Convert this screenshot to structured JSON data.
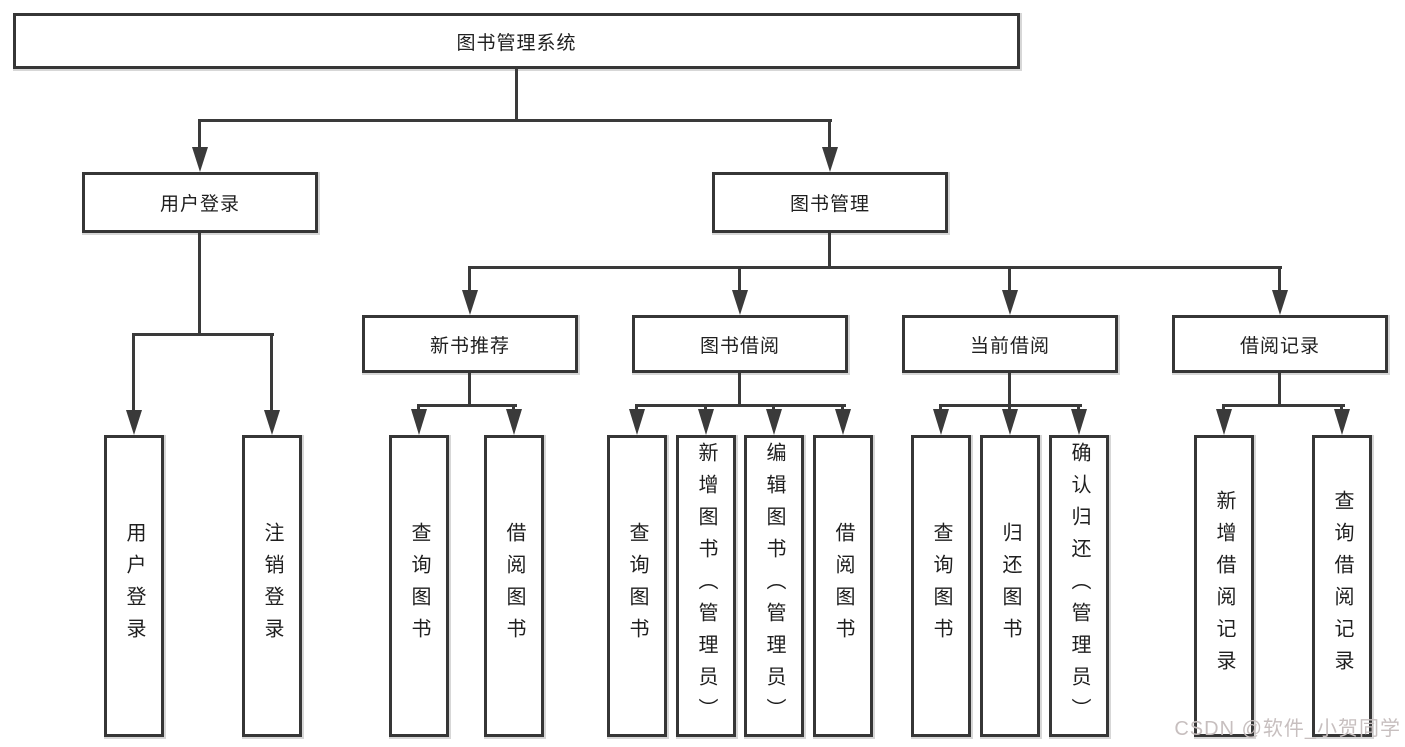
{
  "diagram": {
    "title": "图书管理系统",
    "nodes": {
      "root": {
        "label": "图书管理系统"
      },
      "user_login_group": {
        "label": "用户登录"
      },
      "book_mgmt": {
        "label": "图书管理"
      },
      "user_login": {
        "label": "用户登录"
      },
      "logout": {
        "label": "注销登录"
      },
      "new_book_rec": {
        "label": "新书推荐"
      },
      "book_borrow": {
        "label": "图书借阅"
      },
      "current_borrow": {
        "label": "当前借阅"
      },
      "borrow_records": {
        "label": "借阅记录"
      },
      "nbr_query_book": {
        "label": "查询图书"
      },
      "nbr_borrow_book": {
        "label": "借阅图书"
      },
      "bb_query_book": {
        "label": "查询图书"
      },
      "bb_add_book": {
        "label": "新增图书（管理员）"
      },
      "bb_edit_book": {
        "label": "编辑图书（管理员）"
      },
      "bb_borrow_book": {
        "label": "借阅图书"
      },
      "cb_query_book": {
        "label": "查询图书"
      },
      "cb_return_book": {
        "label": "归还图书"
      },
      "cb_confirm_return": {
        "label": "确认归还（管理员）"
      },
      "br_add_record": {
        "label": "新增借阅记录"
      },
      "br_query_record": {
        "label": "查询借阅记录"
      }
    },
    "colors": {
      "line": "#3a3a3a",
      "border": "#363636",
      "text": "#1f1f1f",
      "background": "#ffffff",
      "watermark": "#c7bfbf"
    },
    "watermark": {
      "text": "CSDN @软件_小贺同学"
    }
  }
}
